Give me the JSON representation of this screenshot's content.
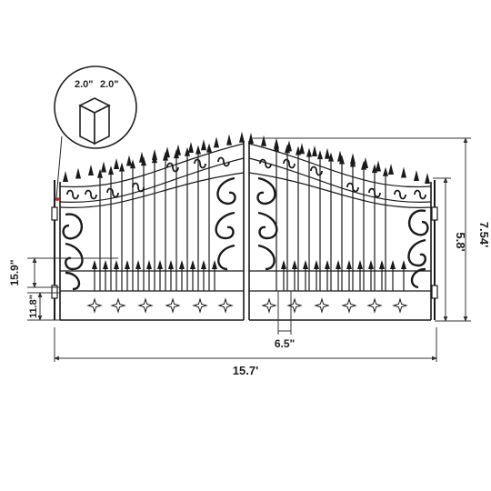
{
  "post_detail": {
    "width_label": "2.0\"",
    "depth_label": "2.0\""
  },
  "dimensions": {
    "overall_width": "15.7'",
    "overall_height": "7.54'",
    "side_height": "5.8'",
    "picket_spacing": "6.5\"",
    "lower_section_height": "15.9\"",
    "bottom_clearance": "11.8\""
  },
  "colors": {
    "line": "#1a1a1a",
    "dimension": "#333333",
    "accent": "#cc2222"
  },
  "icons": {
    "star": "four-point-star-icon",
    "scroll": "scroll-ornament-icon",
    "spear": "spear-finial-icon"
  }
}
